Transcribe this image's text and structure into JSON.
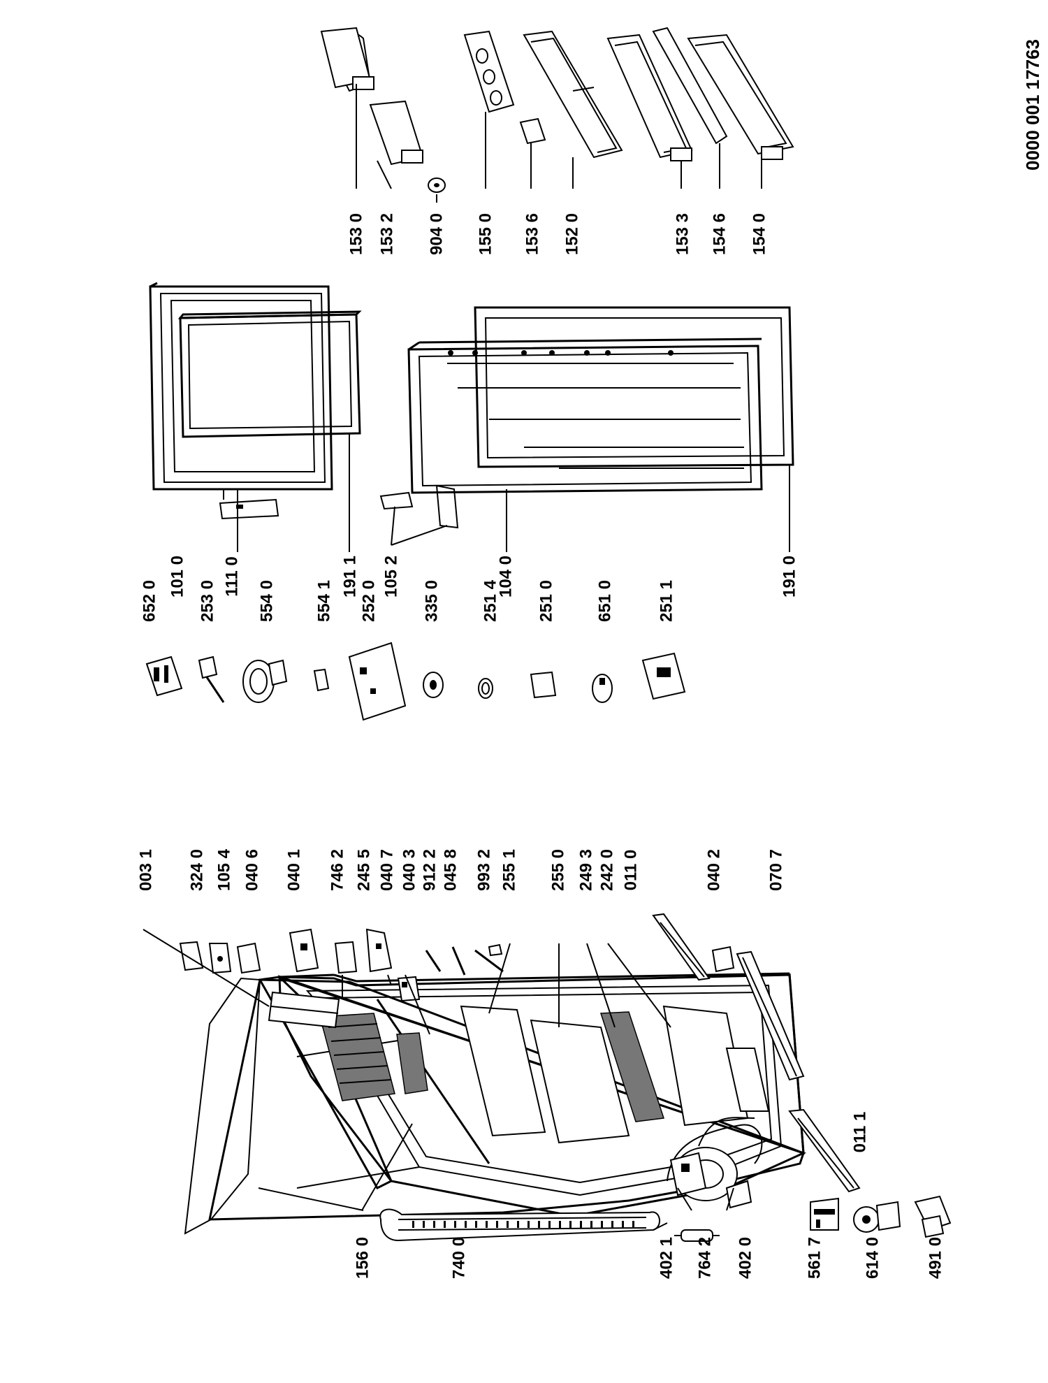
{
  "document_number": "0000 001 17763",
  "parts": [
    {
      "id": "p-0031",
      "label": "003 1"
    },
    {
      "id": "p-3240",
      "label": "324 0"
    },
    {
      "id": "p-1054",
      "label": "105 4"
    },
    {
      "id": "p-0406",
      "label": "040 6"
    },
    {
      "id": "p-0401",
      "label": "040 1"
    },
    {
      "id": "p-7462",
      "label": "746 2"
    },
    {
      "id": "p-2455",
      "label": "245 5"
    },
    {
      "id": "p-0407",
      "label": "040 7"
    },
    {
      "id": "p-0403",
      "label": "040 3"
    },
    {
      "id": "p-9122",
      "label": "912 2"
    },
    {
      "id": "p-0458",
      "label": "045 8"
    },
    {
      "id": "p-9932",
      "label": "993 2"
    },
    {
      "id": "p-2551",
      "label": "255 1"
    },
    {
      "id": "p-2550",
      "label": "255 0"
    },
    {
      "id": "p-2493",
      "label": "249 3"
    },
    {
      "id": "p-2420",
      "label": "242 0"
    },
    {
      "id": "p-0110",
      "label": "011 0"
    },
    {
      "id": "p-0402",
      "label": "040 2"
    },
    {
      "id": "p-0707",
      "label": "070 7"
    },
    {
      "id": "p-0111",
      "label": "011 1"
    },
    {
      "id": "p-6520",
      "label": "652 0"
    },
    {
      "id": "p-2530",
      "label": "253 0"
    },
    {
      "id": "p-5540",
      "label": "554 0"
    },
    {
      "id": "p-5541",
      "label": "554 1"
    },
    {
      "id": "p-2520",
      "label": "252 0"
    },
    {
      "id": "p-3350",
      "label": "335 0"
    },
    {
      "id": "p-2514",
      "label": "251 4"
    },
    {
      "id": "p-2510",
      "label": "251 0"
    },
    {
      "id": "p-6510",
      "label": "651 0"
    },
    {
      "id": "p-2511",
      "label": "251 1"
    },
    {
      "id": "p-1010",
      "label": "101 0"
    },
    {
      "id": "p-1110",
      "label": "111 0"
    },
    {
      "id": "p-1911",
      "label": "191 1"
    },
    {
      "id": "p-1052",
      "label": "105 2"
    },
    {
      "id": "p-1040",
      "label": "104 0"
    },
    {
      "id": "p-1910",
      "label": "191 0"
    },
    {
      "id": "p-1530",
      "label": "153 0"
    },
    {
      "id": "p-1532",
      "label": "153 2"
    },
    {
      "id": "p-9040",
      "label": "904 0"
    },
    {
      "id": "p-1550",
      "label": "155 0"
    },
    {
      "id": "p-1536",
      "label": "153 6"
    },
    {
      "id": "p-1520",
      "label": "152 0"
    },
    {
      "id": "p-1533",
      "label": "153 3"
    },
    {
      "id": "p-1546",
      "label": "154 6"
    },
    {
      "id": "p-1540",
      "label": "154 0"
    },
    {
      "id": "p-1560",
      "label": "156 0"
    },
    {
      "id": "p-7400",
      "label": "740 0"
    },
    {
      "id": "p-4021",
      "label": "402 1"
    },
    {
      "id": "p-7642",
      "label": "764 2"
    },
    {
      "id": "p-4020",
      "label": "402 0"
    },
    {
      "id": "p-5617",
      "label": "561 7"
    },
    {
      "id": "p-6140",
      "label": "614 0"
    },
    {
      "id": "p-4910",
      "label": "491 0"
    }
  ]
}
